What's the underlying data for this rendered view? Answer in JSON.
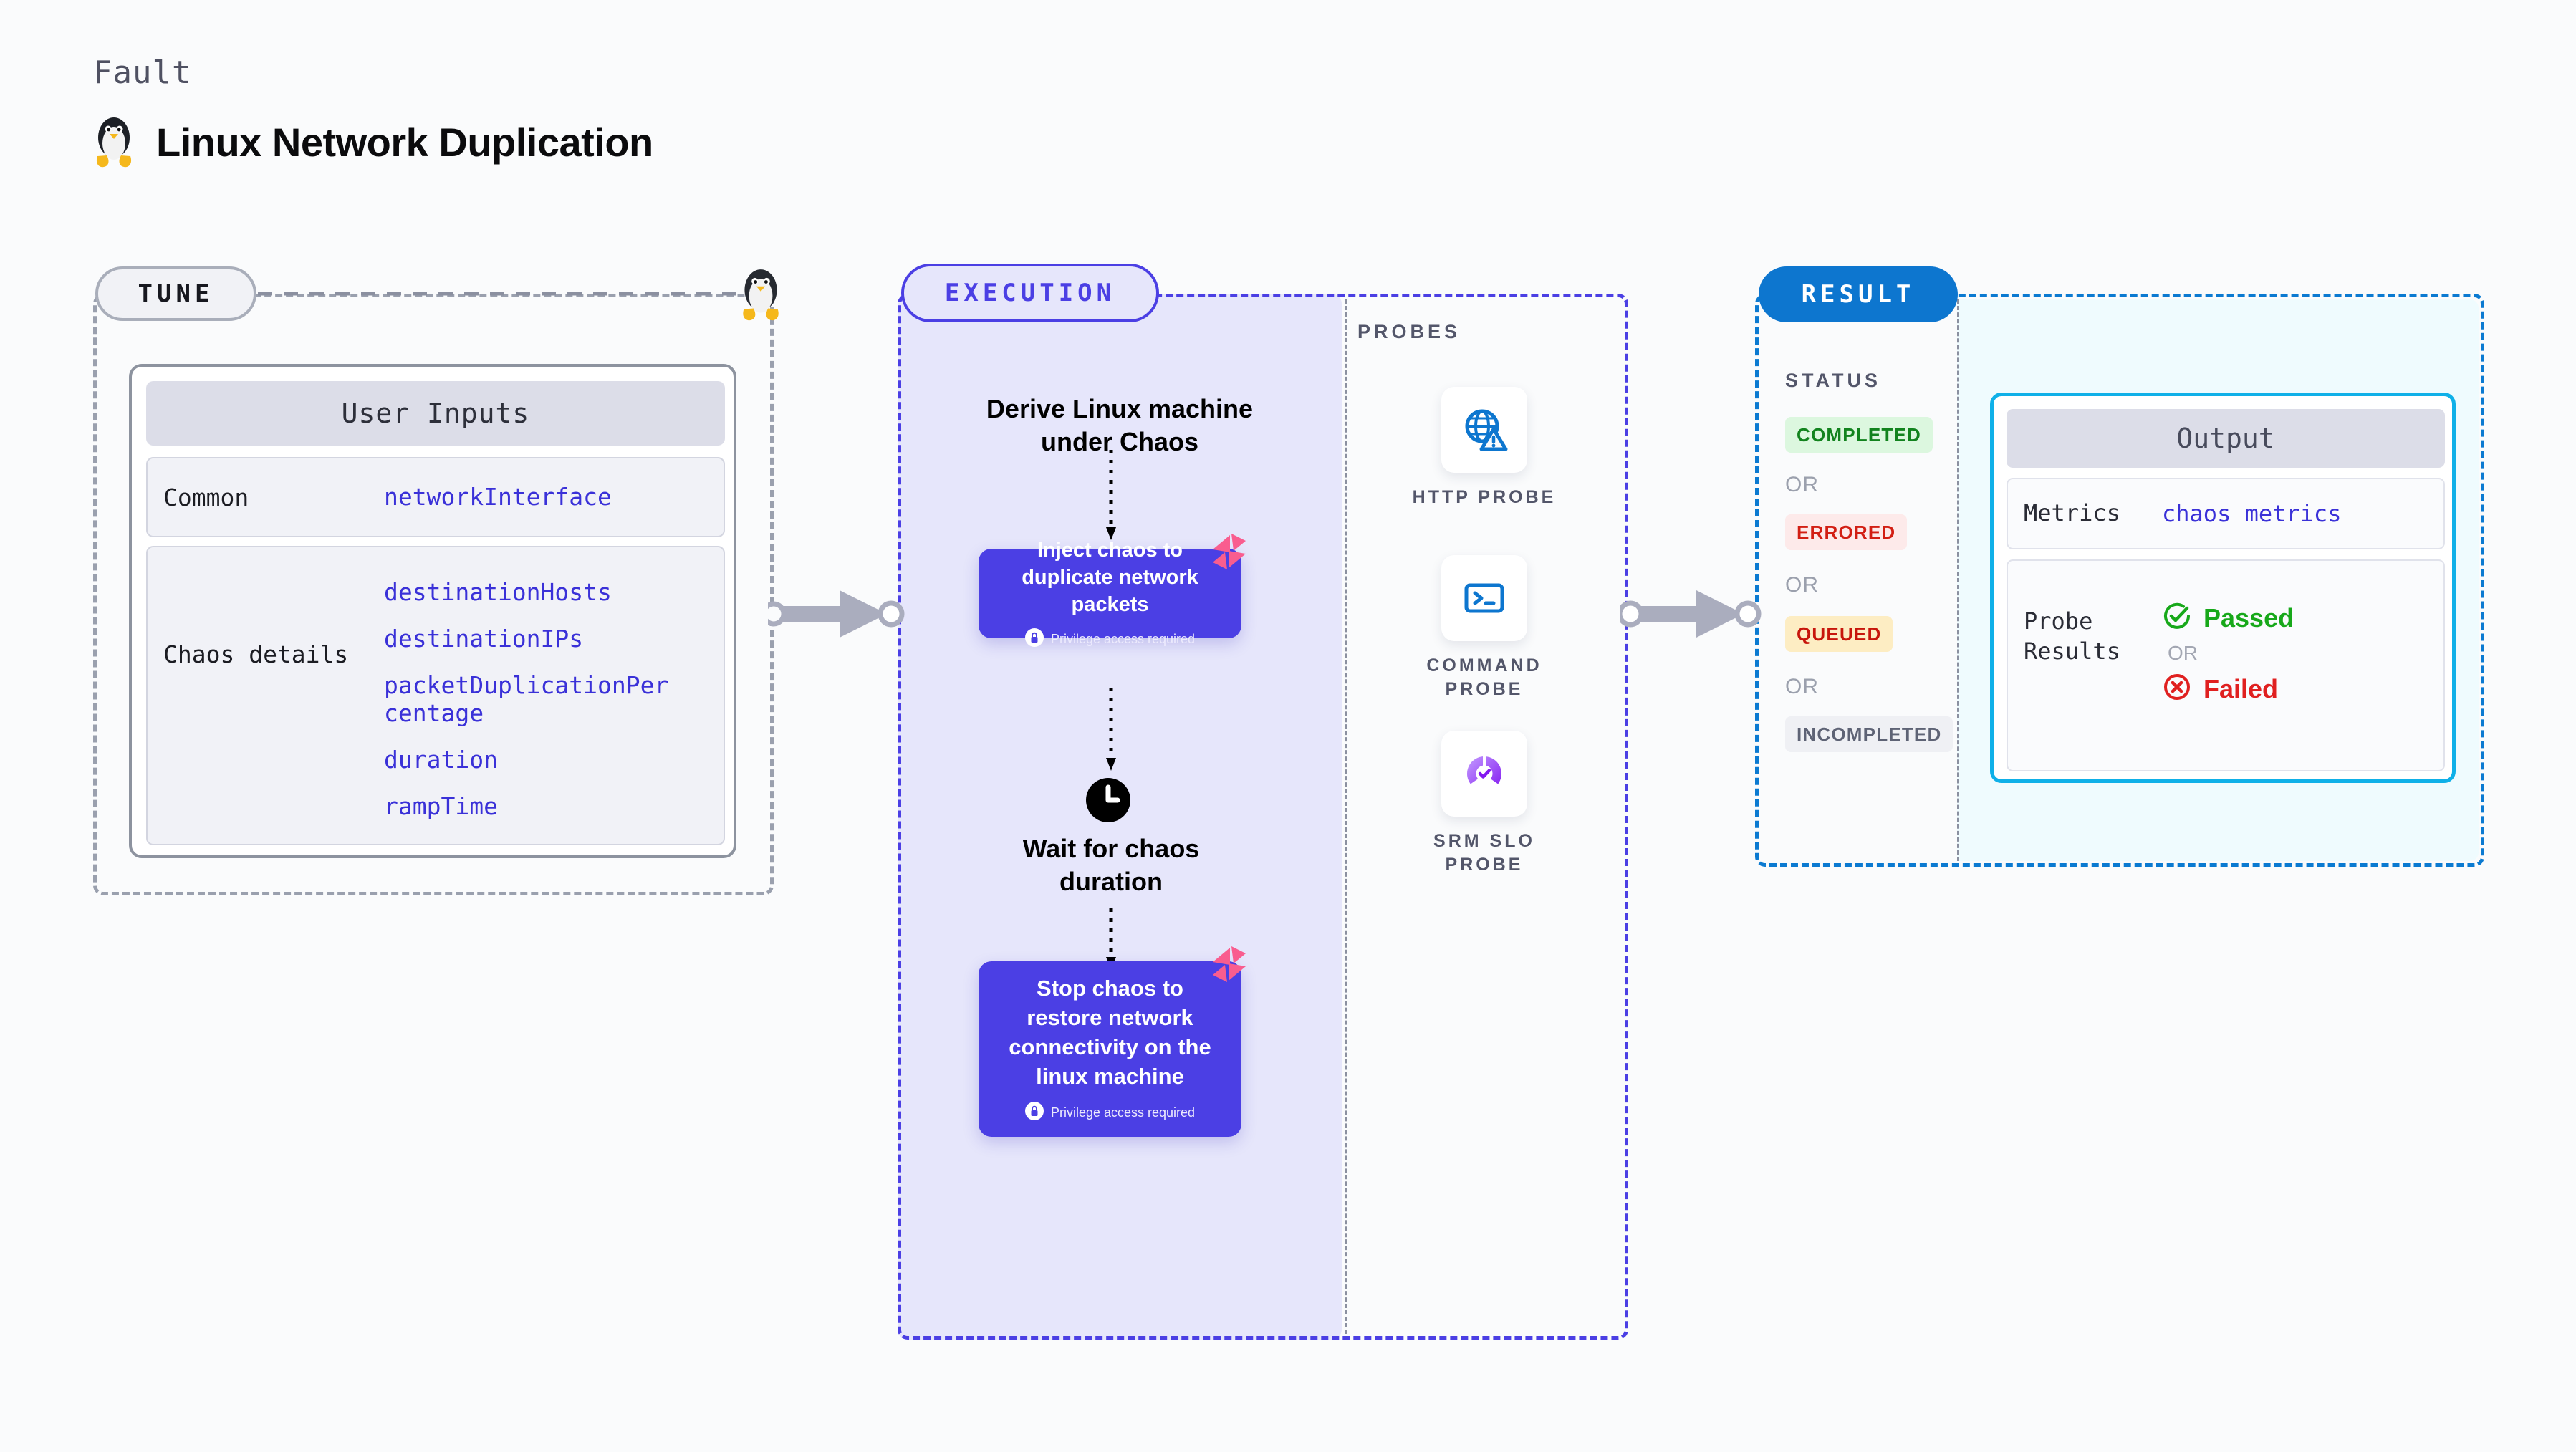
{
  "header": {
    "eyebrow": "Fault",
    "title": "Linux Network Duplication",
    "icon": "linux-penguin-icon"
  },
  "sections": {
    "tune": {
      "label": "TUNE",
      "card_title": "User Inputs",
      "rows": [
        {
          "key": "Common",
          "values": [
            "networkInterface"
          ]
        },
        {
          "key": "Chaos details",
          "values": [
            "destinationHosts",
            "destinationIPs",
            "packetDuplicationPercentage",
            "duration",
            "rampTime"
          ]
        }
      ]
    },
    "execution": {
      "label": "EXECUTION",
      "step_title": "Derive Linux machine under Chaos",
      "node1": {
        "text": "Inject chaos to duplicate network packets",
        "privilege": "Privilege access required"
      },
      "wait": {
        "text": "Wait for chaos duration",
        "icon": "clock-icon"
      },
      "node2": {
        "text": "Stop chaos to restore network connectivity on the linux machine",
        "privilege": "Privilege access required"
      }
    },
    "probes": {
      "label": "PROBES",
      "items": [
        {
          "name": "HTTP PROBE",
          "icon": "globe-warning-icon"
        },
        {
          "name": "COMMAND PROBE",
          "icon": "terminal-icon"
        },
        {
          "name": "SRM SLO PROBE",
          "icon": "slo-check-icon"
        }
      ]
    },
    "result": {
      "label": "RESULT",
      "status_label": "STATUS",
      "or_label": "OR",
      "statuses": [
        "COMPLETED",
        "ERRORED",
        "QUEUED",
        "INCOMPLETED"
      ],
      "output": {
        "card_title": "Output",
        "metrics_key": "Metrics",
        "metrics_value": "chaos metrics",
        "probe_key": "Probe Results",
        "passed": "Passed",
        "failed": "Failed",
        "or_label": "OR"
      }
    }
  },
  "colors": {
    "execution_accent": "#4b3fe4",
    "result_accent": "#0d76cf",
    "tune_accent": "#9aa0ae",
    "output_border": "#0fb0e8",
    "node_fill": "#4b3fe4",
    "value_text": "#3a31d8",
    "passed": "#17a81a",
    "failed": "#e02020"
  }
}
